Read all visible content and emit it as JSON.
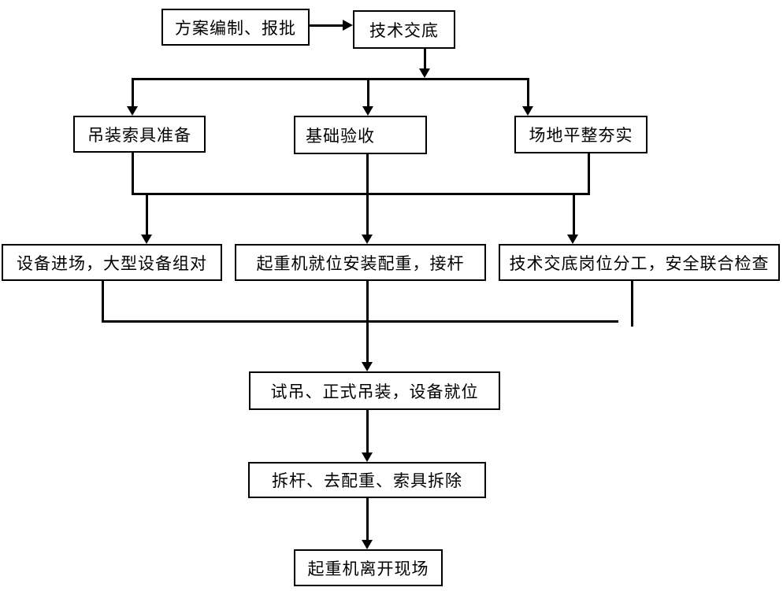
{
  "diagram": {
    "type": "flowchart",
    "background_color": "#ffffff",
    "line_color": "#000000",
    "text_color": "#000000",
    "nodes": [
      {
        "id": "plan-approval",
        "label": "方案编制、报批"
      },
      {
        "id": "technical-disclosure",
        "label": "技术交底"
      },
      {
        "id": "rigging-preparation",
        "label": "吊装索具准备"
      },
      {
        "id": "foundation-acceptance",
        "label": "基础验收"
      },
      {
        "id": "site-leveling",
        "label": "场地平整夯实"
      },
      {
        "id": "equipment-entry",
        "label": "设备进场，大型设备组对"
      },
      {
        "id": "crane-setup",
        "label": "起重机就位安装配重，接杆"
      },
      {
        "id": "briefing-inspection",
        "label": "技术交底岗位分工，安全联合检查"
      },
      {
        "id": "trial-formal-lifting",
        "label": "试吊、正式吊装，设备就位"
      },
      {
        "id": "dismantling",
        "label": "拆杆、去配重、索具拆除"
      },
      {
        "id": "crane-departure",
        "label": "起重机离开现场"
      }
    ]
  }
}
